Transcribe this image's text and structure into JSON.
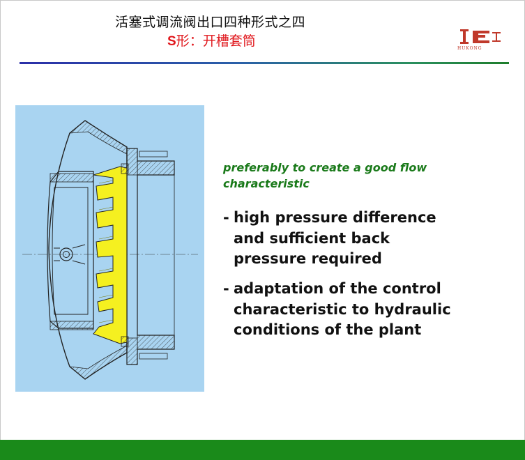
{
  "header": {
    "title_line1": "活塞式调流阀出口四种形式之四",
    "title_line2_prefix": "S",
    "title_line2_rest": "形：开槽套筒"
  },
  "logo": {
    "icon": "company-logo-icon",
    "caption": "HUKONG",
    "color": "#c0392b"
  },
  "content": {
    "note": "preferably to create a good flow characteristic",
    "bullets": [
      {
        "dash": "-",
        "text": "high pressure difference and sufficient back pressure required"
      },
      {
        "dash": "-",
        "text": "adaptation of the control characteristic to hydraulic conditions of the plant"
      }
    ]
  },
  "colors": {
    "figure_background": "#a9d4f1",
    "slotted_sleeve": "#f5f020",
    "note_green": "#1a7a1a",
    "title_red": "#e0161b",
    "footer_green": "#1a8a1a"
  }
}
